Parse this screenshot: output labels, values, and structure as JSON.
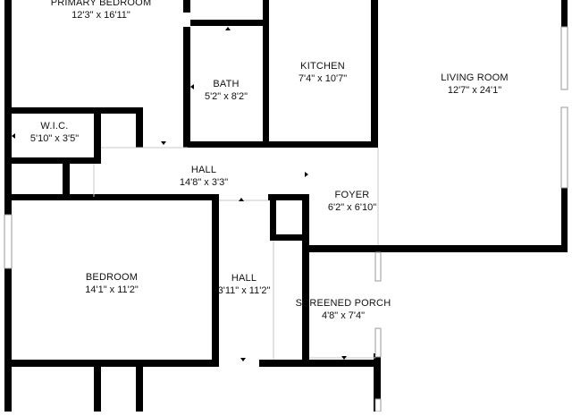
{
  "rooms": {
    "primary_bedroom": {
      "name": "PRIMARY BEDROOM",
      "dims": "12'3\" x 16'11\""
    },
    "kitchen": {
      "name": "KITCHEN",
      "dims": "7'4\" x 10'7\""
    },
    "living_room": {
      "name": "LIVING ROOM",
      "dims": "12'7\" x 24'1\""
    },
    "bath": {
      "name": "BATH",
      "dims": "5'2\" x 8'2\""
    },
    "wic": {
      "name": "W.I.C.",
      "dims": "5'10\" x 3'5\""
    },
    "hall_main": {
      "name": "HALL",
      "dims": "14'8\" x 3'3\""
    },
    "foyer": {
      "name": "FOYER",
      "dims": "6'2\" x 6'10\""
    },
    "bedroom": {
      "name": "BEDROOM",
      "dims": "14'1\" x 11'2\""
    },
    "hall_side": {
      "name": "HALL",
      "dims": "3'11\" x 11'2\""
    },
    "screened_porch": {
      "name": "SCREENED PORCH",
      "dims": "4'8\" x 7'4\""
    }
  },
  "colors": {
    "wall": "#000000",
    "window": "#bfbfbf",
    "background": "#ffffff"
  }
}
